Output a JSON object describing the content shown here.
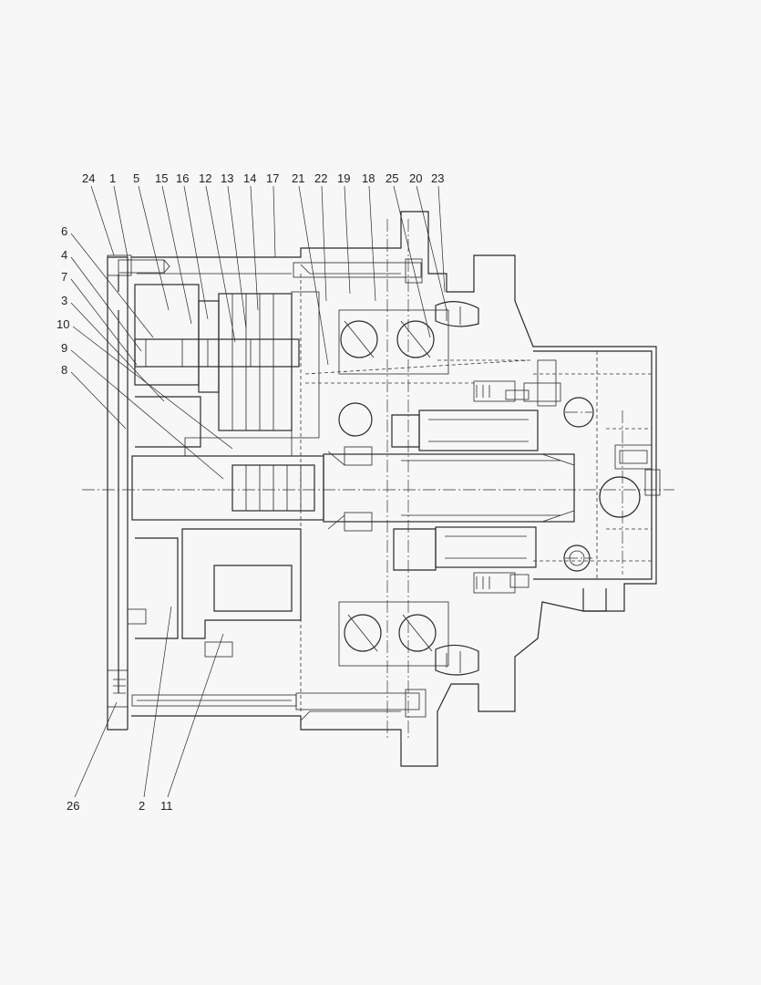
{
  "callouts": {
    "top": [
      "24",
      "1",
      "5",
      "15",
      "16",
      "12",
      "13",
      "14",
      "17",
      "21",
      "22",
      "19",
      "18",
      "25",
      "20",
      "23"
    ],
    "left": [
      "6",
      "4",
      "7",
      "3",
      "10",
      "9",
      "8"
    ],
    "bottom": [
      "26",
      "2",
      "11"
    ]
  }
}
